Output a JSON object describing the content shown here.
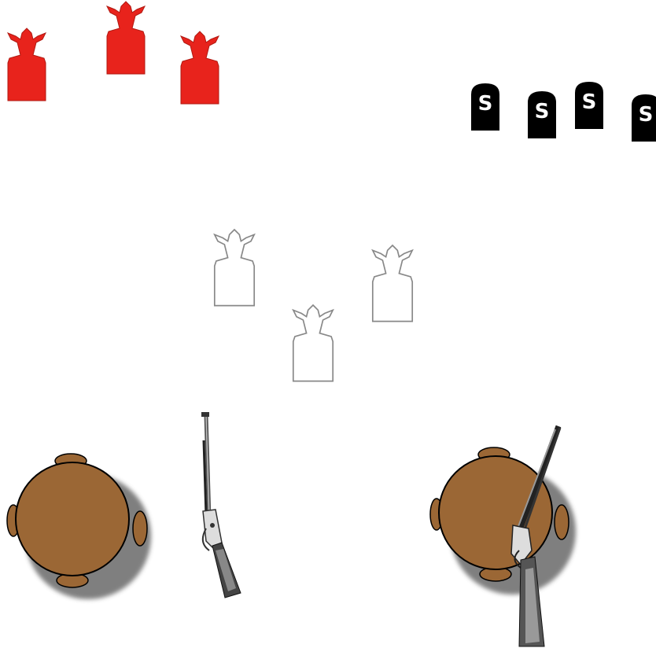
{
  "stage": {
    "steel_targets": [
      {
        "label": "S"
      },
      {
        "label": "S"
      },
      {
        "label": "S"
      },
      {
        "label": "S"
      }
    ],
    "colors": {
      "red_target": "#e8231c",
      "steel_plate": "#000000",
      "steel_label": "#ffffff",
      "table_top": "#9b6735",
      "shadow": "#555555",
      "white_target_outline": "#888888"
    },
    "icons": {
      "red_targets": "cowboy-silhouette-icon",
      "white_targets": "cowboy-silhouette-outline-icon",
      "steel_targets": "tombstone-plate-icon",
      "tables": "round-table-icon",
      "rifle": "rifle-icon",
      "shotgun": "shotgun-icon"
    }
  }
}
